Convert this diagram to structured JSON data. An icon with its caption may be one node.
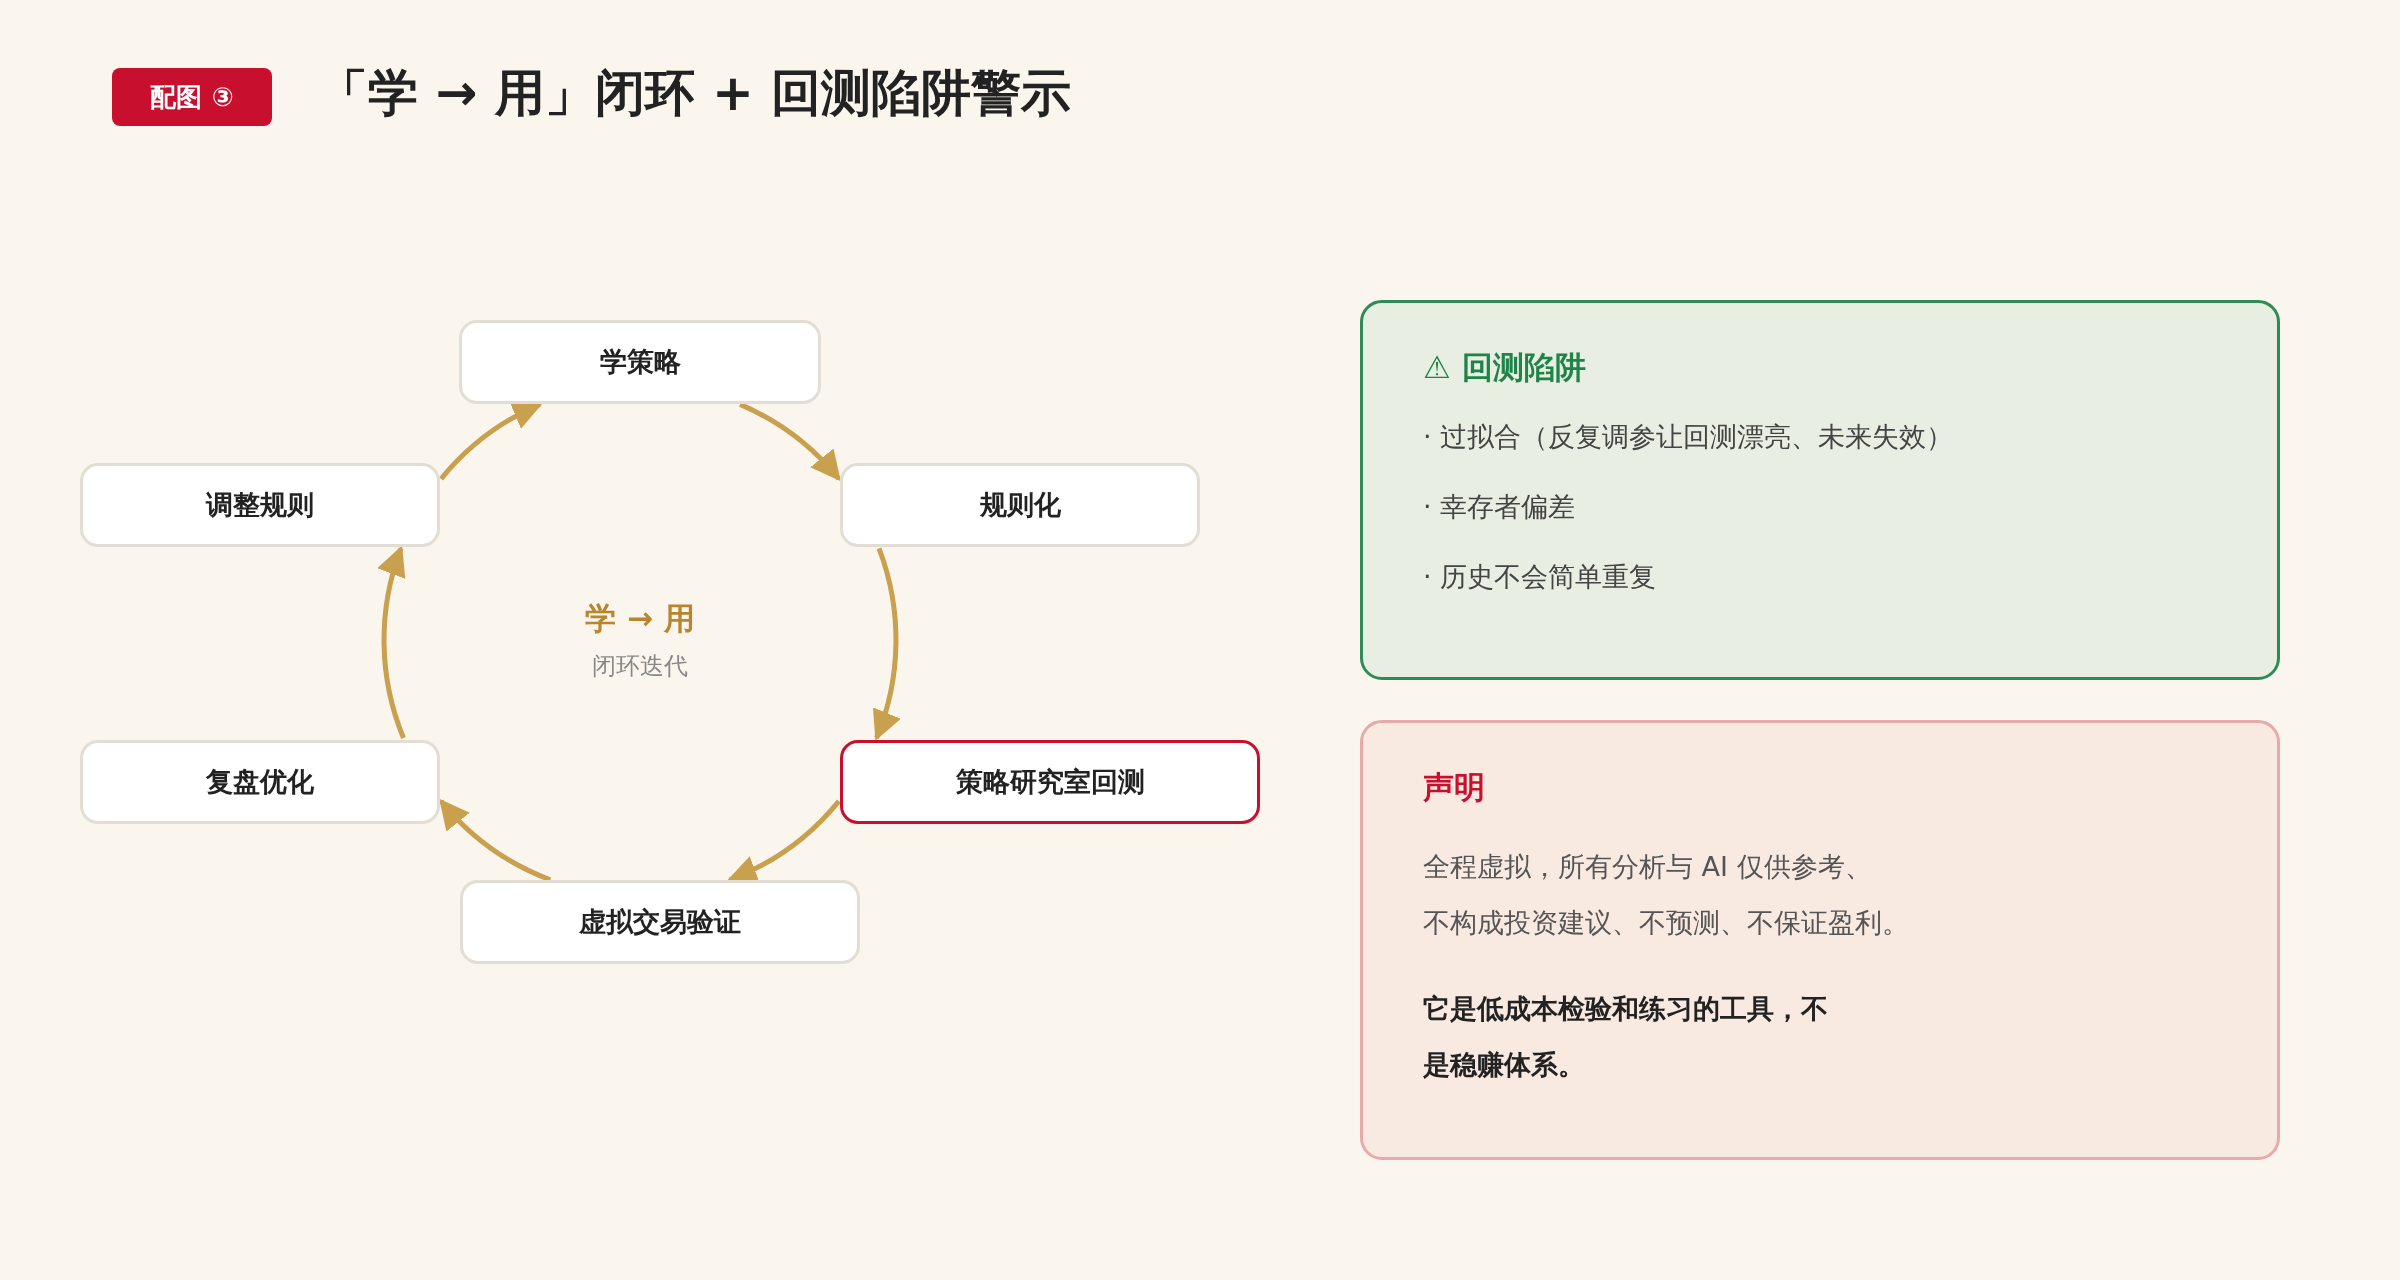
{
  "diagram": {
    "title": "「学 → 用」闭环 + 回测陷阱警示",
    "nodes": [
      {
        "text": [
          "配图 ③"
        ]
      },
      {
        "text": [
          "学策略"
        ]
      },
      {
        "text": [
          "规则化"
        ]
      },
      {
        "text": [
          "策略研究室回测"
        ]
      },
      {
        "text": [
          "虚拟交易验证"
        ]
      },
      {
        "text": [
          "复盘优化"
        ]
      },
      {
        "text": [
          "调整规则"
        ]
      },
      {
        "text": [
          "⚠ 回测陷阱",
          "· 过拟合（反复调参让回测漂亮、未来失效）",
          "· 幸存者偏差",
          "· 历史不会简单重复"
        ]
      },
      {
        "text": [
          "声明",
          "全程虚拟，所有分析与 AI 仅供参考、",
          "不构成投资建议、不预测、不保证盈利。",
          "它是低成本检验和练习的工具，不是稳赚体系。"
        ]
      }
    ],
    "edges": [
      {
        "from": 1,
        "to": 2,
        "arrow": "to"
      },
      {
        "from": 2,
        "to": 3,
        "arrow": "to"
      },
      {
        "from": 3,
        "to": 4,
        "arrow": "to"
      },
      {
        "from": 4,
        "to": 5,
        "arrow": "to"
      },
      {
        "from": 5,
        "to": 6,
        "arrow": "to"
      },
      {
        "from": 6,
        "to": 1,
        "arrow": "to"
      }
    ],
    "labels": [
      "学 → 用",
      "闭环迭代"
    ]
  }
}
